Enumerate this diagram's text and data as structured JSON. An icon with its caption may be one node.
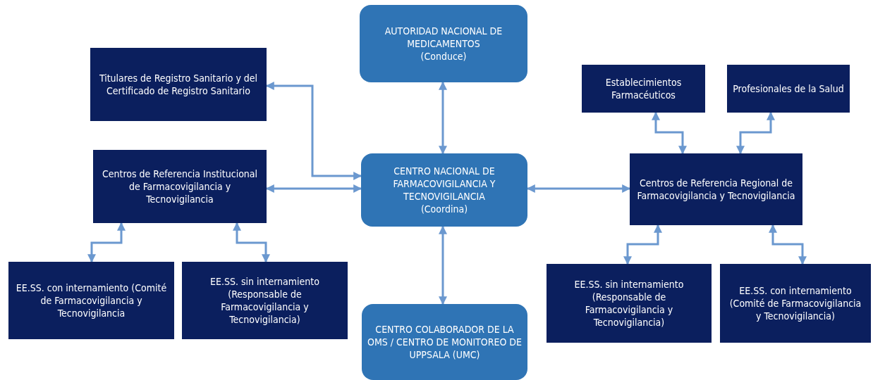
{
  "diagram": {
    "nodes": [
      {
        "text": [
          "AUTORIDAD NACIONAL DE MEDICAMENTOS",
          "(Conduce)"
        ]
      },
      {
        "text": [
          "Titulares de Registro Sanitario y del Certificado de Registro Sanitario"
        ]
      },
      {
        "text": [
          "Centros de Referencia Institucional de Farmacovigilancia y Tecnovigilancia"
        ]
      },
      {
        "text": [
          "CENTRO NACIONAL DE FARMACOVIGILANCIA Y TECNOVIGILANCIA",
          "(Coordina)"
        ]
      },
      {
        "text": [
          "Centros de Referencia Regional de Farmacovigilancia y Tecnovigilancia"
        ]
      },
      {
        "text": [
          "Establecimientos Farmacéuticos"
        ]
      },
      {
        "text": [
          "Profesionales de la Salud"
        ]
      },
      {
        "text": [
          "EE.SS. con internamiento (Comité de Farmacovigilancia y Tecnovigilancia"
        ]
      },
      {
        "text": [
          "EE.SS. sin internamiento (Responsable de Farmacovigilancia y Tecnovigilancia)"
        ]
      },
      {
        "text": [
          "CENTRO COLABORADOR DE LA OMS / CENTRO DE MONITOREO DE UPPSALA (UMC)"
        ]
      },
      {
        "text": [
          "EE.SS. sin internamiento (Responsable de Farmacovigilancia y Tecnovigilancia)"
        ]
      },
      {
        "text": [
          "EE.SS. con internamiento (Comité de Farmacovigilancia y Tecnovigilancia)"
        ]
      }
    ],
    "edges": [
      {
        "from": 0,
        "to": 3,
        "arrow": "both"
      },
      {
        "from": 1,
        "to": 3,
        "arrow": "both"
      },
      {
        "from": 2,
        "to": 3,
        "arrow": "both"
      },
      {
        "from": 3,
        "to": 4,
        "arrow": "both"
      },
      {
        "from": 3,
        "to": 9,
        "arrow": "both"
      },
      {
        "from": 2,
        "to": 7,
        "arrow": "both"
      },
      {
        "from": 2,
        "to": 8,
        "arrow": "both"
      },
      {
        "from": 4,
        "to": 5,
        "arrow": "both"
      },
      {
        "from": 4,
        "to": 6,
        "arrow": "both"
      },
      {
        "from": 4,
        "to": 10,
        "arrow": "both"
      },
      {
        "from": 4,
        "to": 11,
        "arrow": "both"
      }
    ]
  }
}
